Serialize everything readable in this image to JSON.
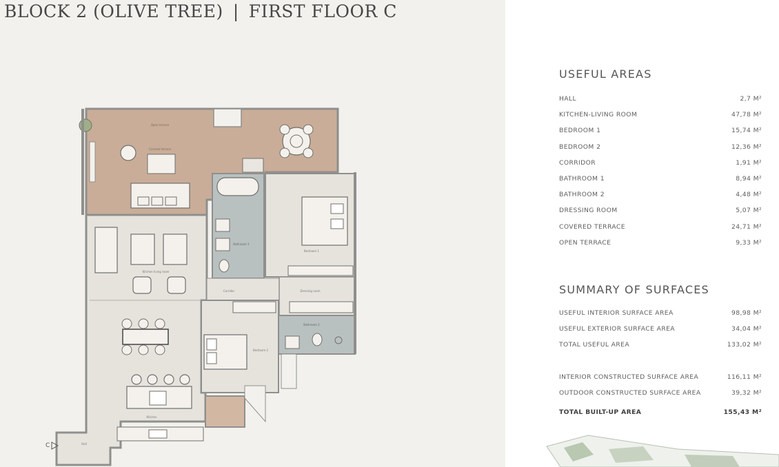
{
  "header": {
    "block": "BLOCK 2 (OLIVE TREE)",
    "separator": "|",
    "floor": "FIRST FLOOR C"
  },
  "plan": {
    "rooms": {
      "open_terrace": "Open terrace",
      "covered_terrace": "Covered terrace",
      "kitchen_living": "Kitchen-living room",
      "bathroom1": "Bathroom 1",
      "bedroom1": "Bedroom 1",
      "corridor": "Corridor",
      "dressing": "Dressing room",
      "bathroom2": "Bathroom 2",
      "bedroom2": "Bedroom 2",
      "kitchen": "Kitchen",
      "hall": "Hall"
    },
    "section_marker": "C"
  },
  "useful_areas": {
    "title": "USEFUL AREAS",
    "rows": [
      {
        "label": "HALL",
        "value": "2,7 M²"
      },
      {
        "label": "KITCHEN-LIVING ROOM",
        "value": "47,78 M²"
      },
      {
        "label": "BEDROOM 1",
        "value": "15,74 M²"
      },
      {
        "label": "BEDROOM 2",
        "value": "12,36 M²"
      },
      {
        "label": "CORRIDOR",
        "value": "1,91 M²"
      },
      {
        "label": "BATHROOM 1",
        "value": "8,94 M²"
      },
      {
        "label": "BATHROOM 2",
        "value": "4,48 M²"
      },
      {
        "label": "DRESSING ROOM",
        "value": "5,07 M²"
      },
      {
        "label": "COVERED TERRACE",
        "value": "24,71 M²"
      },
      {
        "label": "OPEN TERRACE",
        "value": "9,33 M²"
      }
    ]
  },
  "summary": {
    "title": "SUMMARY OF SURFACES",
    "rows": [
      {
        "label": "USEFUL INTERIOR SURFACE AREA",
        "value": "98,98 M²"
      },
      {
        "label": "USEFUL EXTERIOR SURFACE AREA",
        "value": "34,04 M²"
      },
      {
        "label": "TOTAL USEFUL AREA",
        "value": "133,02 M²"
      }
    ],
    "constructed_rows": [
      {
        "label": "INTERIOR CONSTRUCTED SURFACE AREA",
        "value": "116,11 M²"
      },
      {
        "label": "OUTDOOR CONSTRUCTED SURFACE AREA",
        "value": "39,32 M²"
      }
    ],
    "total": {
      "label": "TOTAL BUILT-UP AREA",
      "value": "155,43 M²"
    }
  },
  "colors": {
    "page_left": "#f2f1ed",
    "terrace": "#c9ad98",
    "room_fill": "#e6e3dd",
    "wall": "#8f8f8d",
    "bathroom_fill": "#b9c1c0"
  }
}
